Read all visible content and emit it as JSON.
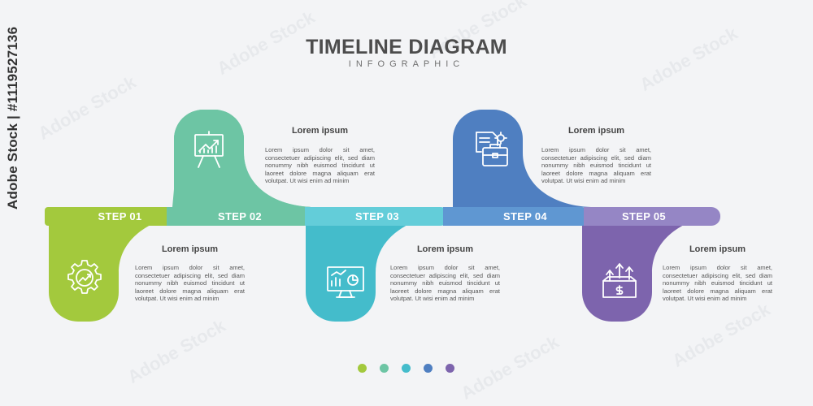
{
  "header": {
    "title": "TIMELINE DIAGRAM",
    "subtitle": "INFOGRAPHIC"
  },
  "side_label": "Adobe Stock | #1119527136",
  "watermark_text": "Adobe Stock",
  "colors": {
    "step1": "#a3c93d",
    "step2": "#6dc5a4",
    "step3": "#44bccb",
    "step4": "#4f7fc1",
    "step5": "#7d64ad"
  },
  "steps": [
    {
      "label": "STEP 01",
      "heading": "Lorem ipsum",
      "icon": "gear-growth-icon",
      "text": "Lorem ipsum dolor sit amet, consectetuer adipiscing elit, sed diam nonummy nibh euismod tincidunt ut laoreet dolore magna aliquam erat volutpat. Ut wisi enim ad minim"
    },
    {
      "label": "STEP 02",
      "heading": "Lorem ipsum",
      "icon": "presentation-chart-icon",
      "text": "Lorem ipsum dolor sit amet, consectetuer adipiscing elit, sed diam nonummy nibh euismod tincidunt ut laoreet dolore magna aliquam erat volutpat. Ut wisi enim ad minim"
    },
    {
      "label": "STEP 03",
      "heading": "Lorem ipsum",
      "icon": "monitor-analytics-icon",
      "text": "Lorem ipsum dolor sit amet, consectetuer adipiscing elit, sed diam nonummy nibh euismod tincidunt ut laoreet dolore magna aliquam erat volutpat. Ut wisi enim ad minim"
    },
    {
      "label": "STEP 04",
      "heading": "Lorem ipsum",
      "icon": "briefcase-documents-icon",
      "text": "Lorem ipsum dolor sit amet, consectetuer adipiscing elit, sed diam nonummy nibh euismod tincidunt ut laoreet dolore magna aliquam erat volutpat. Ut wisi enim ad minim"
    },
    {
      "label": "STEP 05",
      "heading": "Lorem ipsum",
      "icon": "wallet-growth-icon",
      "text": "Lorem ipsum dolor sit amet, consectetuer adipiscing elit, sed diam nonummy nibh euismod tincidunt ut laoreet dolore magna aliquam erat volutpat. Ut wisi enim ad minim"
    }
  ]
}
